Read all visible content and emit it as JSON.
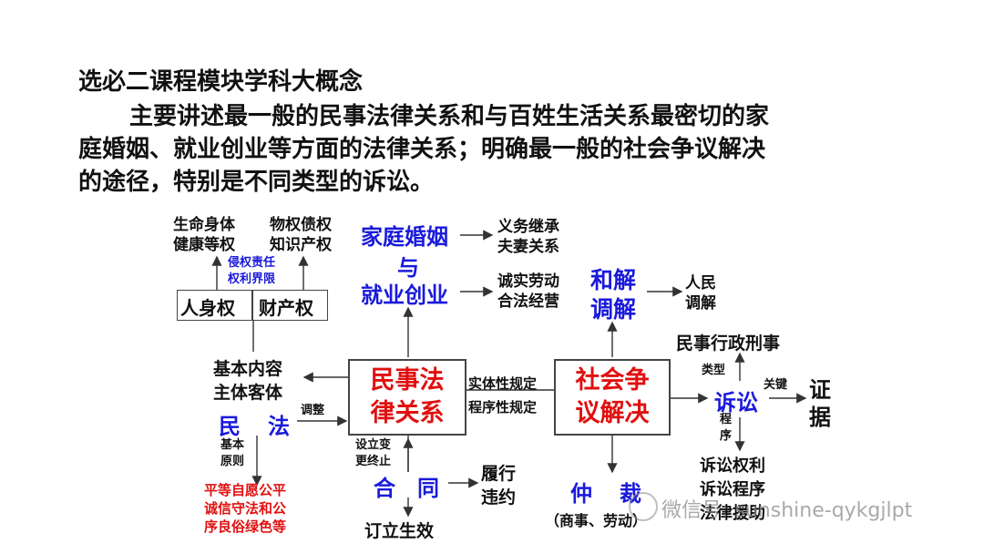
{
  "heading": {
    "title": "选必二课程模块学科大概念",
    "line1": "主要讲述最一般的民事法律关系和与百姓生活关系最密切的家",
    "line2": "庭婚姻、就业创业等方面的法律关系；明确最一般的社会争议解决",
    "line3": "的途径，特别是不同类型的诉讼。"
  },
  "diagram": {
    "center_box": [
      "民事法",
      "律关系"
    ],
    "right_box": [
      "社会争",
      "议解决"
    ],
    "shiti": "实体性规定",
    "chengxu": "程序性规定",
    "rights_left": "人身权",
    "rights_right": "财产权",
    "life_health": [
      "生命身体",
      "健康等权"
    ],
    "property": [
      "物权债权",
      "知识产权"
    ],
    "infringe": [
      "侵权责任",
      "权利界限"
    ],
    "family": [
      "家庭婚姻",
      "与",
      "就业创业"
    ],
    "duty": [
      "义务继承",
      "夫妻关系"
    ],
    "honest": [
      "诚实劳动",
      "合法经营"
    ],
    "heti": [
      "和解",
      "调解"
    ],
    "people": [
      "人民",
      "调解"
    ],
    "basic": [
      "基本内容",
      "主体客体"
    ],
    "minfa_1": "民",
    "minfa_2": "法",
    "adjust": "调整",
    "basic_principle": [
      "基本",
      "原则"
    ],
    "principles": [
      "平等自愿公平",
      "诚信守法和公",
      "序良俗绿色等"
    ],
    "establish": [
      "设立变",
      "更终止"
    ],
    "contract_1": "合",
    "contract_2": "同",
    "perform": [
      "履行",
      "违约"
    ],
    "sign": "订立生效",
    "arbitration_1": "仲",
    "arbitration_2": "裁",
    "arb_note": "（商事、劳动）",
    "case_types": "民事行政刑事",
    "type_label": "类型",
    "lawsuit": "诉讼",
    "key": "关键",
    "evidence": [
      "证",
      "据"
    ],
    "procedure": [
      "程",
      "序"
    ],
    "lawsuit_items": [
      "诉讼权利",
      "诉讼程序",
      "法律援助"
    ]
  },
  "watermark": "微信号: sunshine-qykgjlpt"
}
